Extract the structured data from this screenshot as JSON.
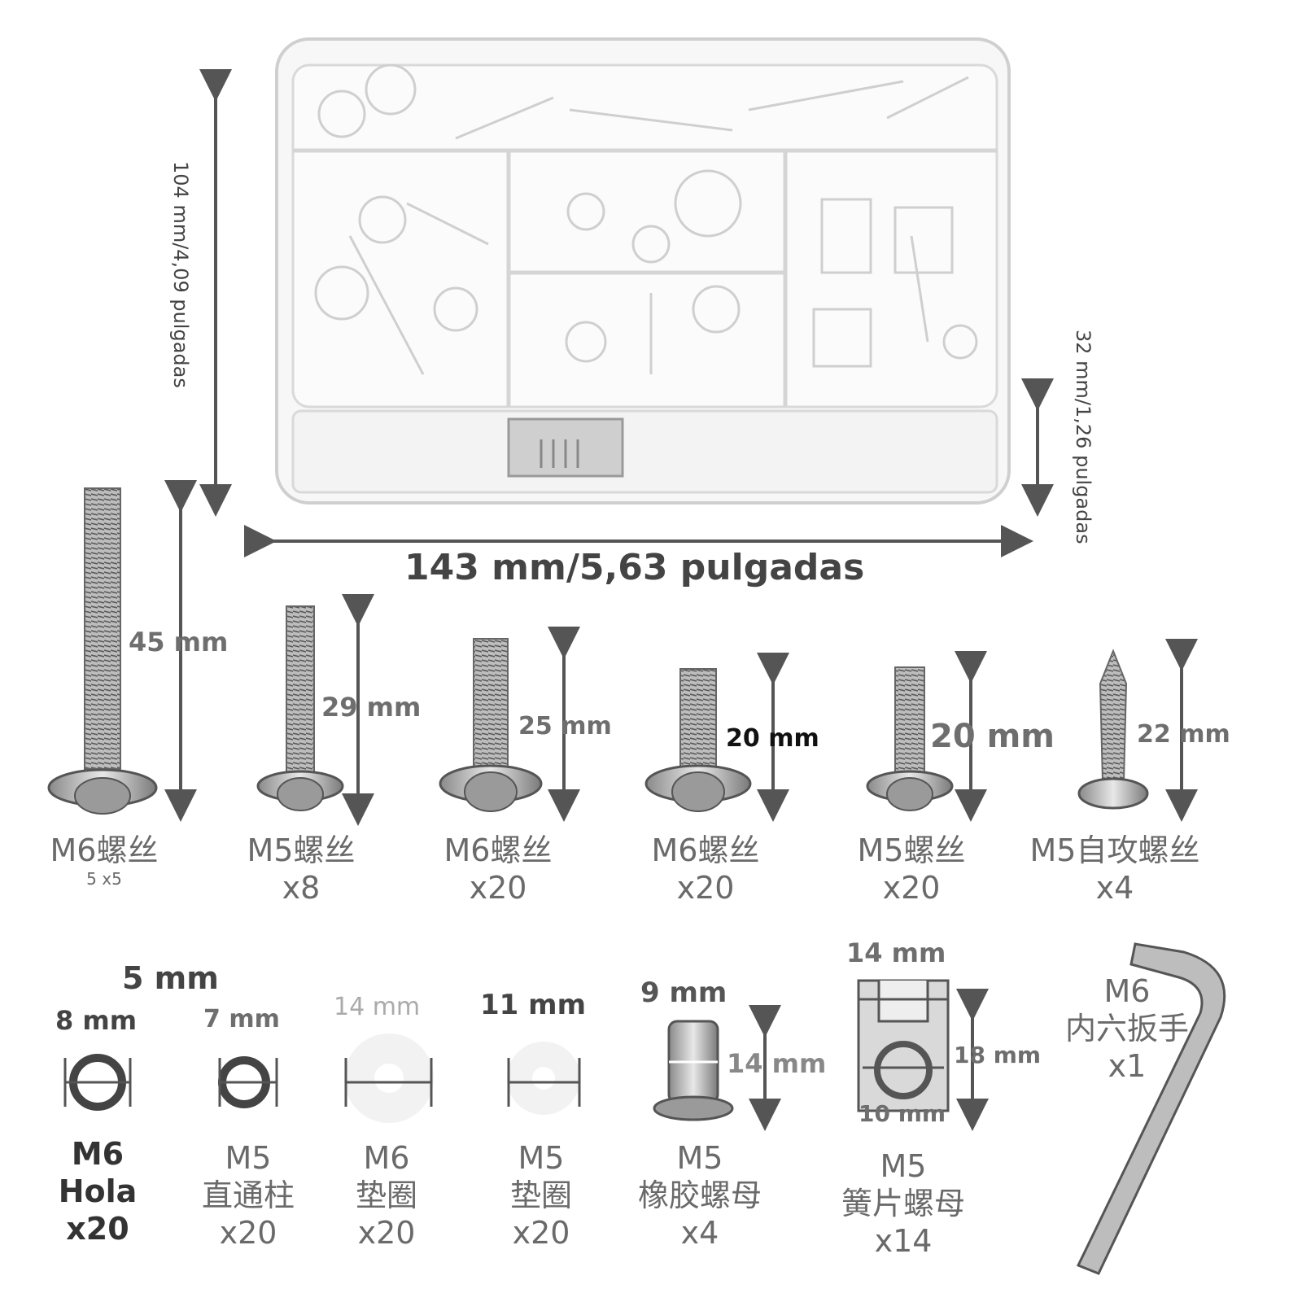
{
  "box_dims": {
    "height_label": "104 mm/4,09 pulgadas",
    "width_label": "143 mm/5,63 pulgadas",
    "depth_label": "32 mm/1,26 pulgadas"
  },
  "screws": [
    {
      "length": "45 mm",
      "name": "M6螺丝",
      "qty": "5 x5"
    },
    {
      "length": "29 mm",
      "name": "M5螺丝",
      "qty": "x8"
    },
    {
      "length": "25 mm",
      "name": "M6螺丝",
      "qty": "x20"
    },
    {
      "length": "20 mm",
      "name": "M6螺丝",
      "qty": "x20"
    },
    {
      "length": "20 mm",
      "name": "M5螺丝",
      "qty": "x20"
    },
    {
      "length": "22 mm",
      "name": "M5自攻螺丝",
      "qty": "x4"
    }
  ],
  "small_parts": [
    {
      "dims": [
        "5 mm",
        "8 mm"
      ],
      "name": "M6",
      "sub": "Hola",
      "qty": "x20"
    },
    {
      "dims": [
        "7 mm"
      ],
      "name": "M5",
      "sub": "直通柱",
      "qty": "x20"
    },
    {
      "dims": [
        "14 mm"
      ],
      "name": "M6",
      "sub": "垫圈",
      "qty": "x20"
    },
    {
      "dims": [
        "11 mm"
      ],
      "name": "M5",
      "sub": "垫圈",
      "qty": "x20"
    },
    {
      "dims": [
        "9 mm",
        "14 mm"
      ],
      "name": "M5",
      "sub": "橡胶螺母",
      "qty": "x4"
    },
    {
      "dims": [
        "14 mm",
        "18 mm",
        "10 mm"
      ],
      "name": "M5",
      "sub": "簧片螺母",
      "qty": "x14"
    }
  ],
  "wrench": {
    "name": "M6",
    "sub": "内六扳手",
    "qty": "x1"
  }
}
